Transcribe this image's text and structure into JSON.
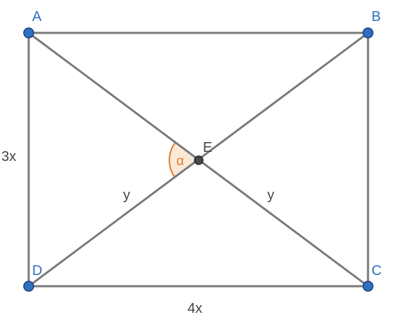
{
  "diagram": {
    "vertices": {
      "A": "A",
      "B": "B",
      "C": "C",
      "D": "D",
      "E": "E"
    },
    "side_labels": {
      "left": "3x",
      "bottom": "4x"
    },
    "segment_labels": {
      "DE": "y",
      "EC": "y"
    },
    "angle_label": "α",
    "colors": {
      "edge": "#7a7a7a",
      "vertex": "#2f6fc1",
      "center_point": "#4a4a4a",
      "angle": "#e07b2e",
      "angle_fill": "#fbe8d7"
    }
  }
}
